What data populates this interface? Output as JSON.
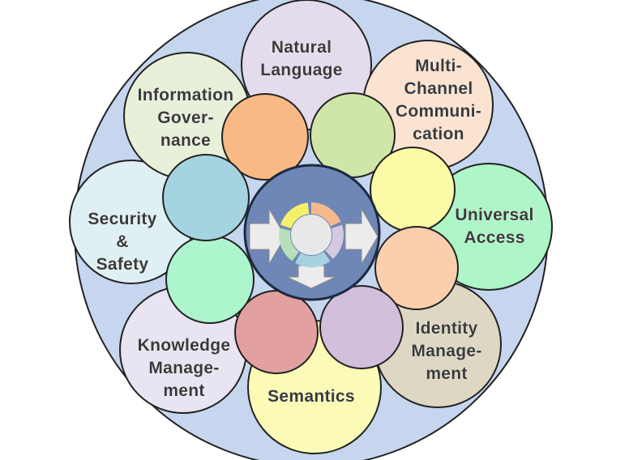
{
  "segments": [
    {
      "id": "natural-language",
      "lines": [
        "Natural",
        "Language"
      ],
      "fill": "#e4dcec",
      "connector_fill": "#f8b985"
    },
    {
      "id": "multi-channel-communication",
      "lines": [
        "Multi-",
        "Channel",
        "Communi-",
        "cation"
      ],
      "fill": "#fbe3d1",
      "connector_fill": "#cfe6a8"
    },
    {
      "id": "universal-access",
      "lines": [
        "Universal",
        "Access"
      ],
      "fill": "#aef5c8",
      "connector_fill": "#fbfaa6"
    },
    {
      "id": "identity-management",
      "lines": [
        "Identity",
        "Manage-",
        "ment"
      ],
      "fill": "#ded7c3",
      "connector_fill": "#fbcfae"
    },
    {
      "id": "semantics",
      "lines": [
        "Semantics"
      ],
      "fill": "#fbfbb7",
      "connector_fill": "#d1bfdb"
    },
    {
      "id": "knowledge-management",
      "lines": [
        "Knowledge",
        "Manage-",
        "ment"
      ],
      "fill": "#e9e4f1",
      "connector_fill": "#e2a0a0"
    },
    {
      "id": "security-safety",
      "lines": [
        "Security",
        "&",
        "Safety"
      ],
      "fill": "#dff0f5",
      "connector_fill": "#adf5cd"
    },
    {
      "id": "information-governance",
      "lines": [
        "Information",
        "Gover-",
        "nance"
      ],
      "fill": "#e8f0d9",
      "connector_fill": "#a5d4e1"
    }
  ],
  "colors": {
    "outer_fill": "#c6d6ee",
    "outline": "#222222",
    "hub_fill": "#6f87b6",
    "hub_stroke": "#1e2a40",
    "arrow_fill": "#ececec",
    "ring_colors": [
      "#f6b98e",
      "#d6c8e0",
      "#a6d2e0",
      "#b7e0b8",
      "#f4f06a"
    ]
  }
}
